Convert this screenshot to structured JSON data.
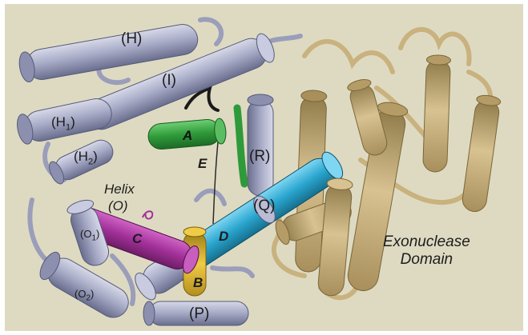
{
  "colors": {
    "background": "#dedac2",
    "border": "#ffffff",
    "helix_gray": "#a9adc8",
    "helix_gray_dark": "#6f7392",
    "exonuclease_tan": "#c9b27e",
    "exonuclease_tan_dark": "#8d7848",
    "helix_a_green": "#2f9a3a",
    "helix_b_yellow": "#d9b12a",
    "helix_c_magenta": "#a3319a",
    "helix_d_cyan": "#2aa6cf"
  },
  "labels": {
    "H": "(H)",
    "I": "(I)",
    "H1": "(H",
    "H1_sub": "1",
    "H1_close": ")",
    "H2": "(H",
    "H2_sub": "2",
    "H2_close": ")",
    "A": "A",
    "E": "E",
    "R": "(R)",
    "Q": "(Q)",
    "helix_o_line1": "Helix",
    "helix_o_line2": "(O)",
    "O1": "(O",
    "O1_sub": "1",
    "O1_close": ")",
    "C": "C",
    "D": "D",
    "B": "B",
    "O2": "(O",
    "O2_sub": "2",
    "O2_close": ")",
    "P": "(P)",
    "exonuclease_line1": "Exonuclease",
    "exonuclease_line2": "Domain"
  }
}
